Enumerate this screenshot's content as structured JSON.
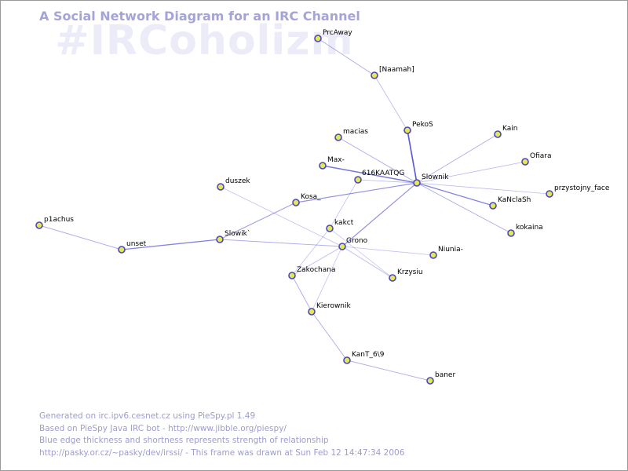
{
  "title": "A Social Network Diagram for an IRC Channel",
  "watermark": "#IRCoholizm",
  "colors": {
    "node_fill": "#e6e65a",
    "node_stroke": "#4848b8",
    "edge": "#5050d0",
    "title": "#a4a4d8",
    "footer": "#9c9cd0"
  },
  "nodes": [
    {
      "id": "PrcAway",
      "label": "PrcAway"
    },
    {
      "id": "Naamah",
      "label": "[Naamah]"
    },
    {
      "id": "PekoS",
      "label": "PekoS"
    },
    {
      "id": "macias",
      "label": "macias"
    },
    {
      "id": "Kain",
      "label": "Kain"
    },
    {
      "id": "Ofiara",
      "label": "Ofiara"
    },
    {
      "id": "Max",
      "label": "Max-"
    },
    {
      "id": "616KAATQG",
      "label": "616KAATQG"
    },
    {
      "id": "Slownik",
      "label": "Slownik"
    },
    {
      "id": "przystojny_face",
      "label": "przystojny_face"
    },
    {
      "id": "duszek",
      "label": "duszek"
    },
    {
      "id": "Kosa",
      "label": "Kosa_"
    },
    {
      "id": "KaNclaSh",
      "label": "KaNclaSh"
    },
    {
      "id": "kakct",
      "label": "kakct"
    },
    {
      "id": "kokaina",
      "label": "kokaina"
    },
    {
      "id": "p1achus",
      "label": "p1achus"
    },
    {
      "id": "Slowik",
      "label": "Slowik`"
    },
    {
      "id": "Grono",
      "label": "Grono"
    },
    {
      "id": "unset",
      "label": "unset"
    },
    {
      "id": "Niunia",
      "label": "Niunia-"
    },
    {
      "id": "Zakochana",
      "label": "Zakochana"
    },
    {
      "id": "Krzysiu",
      "label": "Krzysiu"
    },
    {
      "id": "Kierownik",
      "label": "Kierownik"
    },
    {
      "id": "KanT",
      "label": "KanT_6\\9"
    },
    {
      "id": "baner",
      "label": "baner"
    }
  ],
  "edges": [
    {
      "from": "PrcAway",
      "to": "Naamah",
      "strength": 0.3
    },
    {
      "from": "Naamah",
      "to": "PekoS",
      "strength": 0.2
    },
    {
      "from": "PekoS",
      "to": "Slownik",
      "strength": 0.9
    },
    {
      "from": "macias",
      "to": "Slownik",
      "strength": 0.3
    },
    {
      "from": "Max",
      "to": "Slownik",
      "strength": 0.7
    },
    {
      "from": "Kain",
      "to": "Slownik",
      "strength": 0.3
    },
    {
      "from": "Ofiara",
      "to": "Slownik",
      "strength": 0.2
    },
    {
      "from": "przystojny_face",
      "to": "Slownik",
      "strength": 0.2
    },
    {
      "from": "KaNclaSh",
      "to": "Slownik",
      "strength": 0.6
    },
    {
      "from": "kokaina",
      "to": "Slownik",
      "strength": 0.3
    },
    {
      "from": "Kosa",
      "to": "Slownik",
      "strength": 0.5
    },
    {
      "from": "Grono",
      "to": "Slownik",
      "strength": 0.5
    },
    {
      "from": "616KAATQG",
      "to": "Slownik",
      "strength": 0.2
    },
    {
      "from": "duszek",
      "to": "Grono",
      "strength": 0.15
    },
    {
      "from": "Kosa",
      "to": "Slowik",
      "strength": 0.4
    },
    {
      "from": "616KAATQG",
      "to": "kakct",
      "strength": 0.15
    },
    {
      "from": "Slowik",
      "to": "Grono",
      "strength": 0.3
    },
    {
      "from": "unset",
      "to": "Slowik",
      "strength": 0.6
    },
    {
      "from": "p1achus",
      "to": "unset",
      "strength": 0.3
    },
    {
      "from": "Grono",
      "to": "Niunia",
      "strength": 0.15
    },
    {
      "from": "Grono",
      "to": "Krzysiu",
      "strength": 0.2
    },
    {
      "from": "Grono",
      "to": "Zakochana",
      "strength": 0.2
    },
    {
      "from": "Grono",
      "to": "Kierownik",
      "strength": 0.15
    },
    {
      "from": "kakct",
      "to": "Krzysiu",
      "strength": 0.15
    },
    {
      "from": "kakct",
      "to": "Zakochana",
      "strength": 0.15
    },
    {
      "from": "Zakochana",
      "to": "Kierownik",
      "strength": 0.3
    },
    {
      "from": "Kierownik",
      "to": "KanT",
      "strength": 0.3
    },
    {
      "from": "KanT",
      "to": "baner",
      "strength": 0.3
    }
  ],
  "footer": [
    "Generated on irc.ipv6.cesnet.cz using PieSpy.pl 1.49",
    "Based on PieSpy Java IRC bot - http://www.jibble.org/piespy/",
    "Blue edge thickness and shortness represents strength of relationship",
    "http://pasky.or.cz/~pasky/dev/irssi/ - This frame was drawn at Sun Feb 12 14:47:34 2006"
  ]
}
